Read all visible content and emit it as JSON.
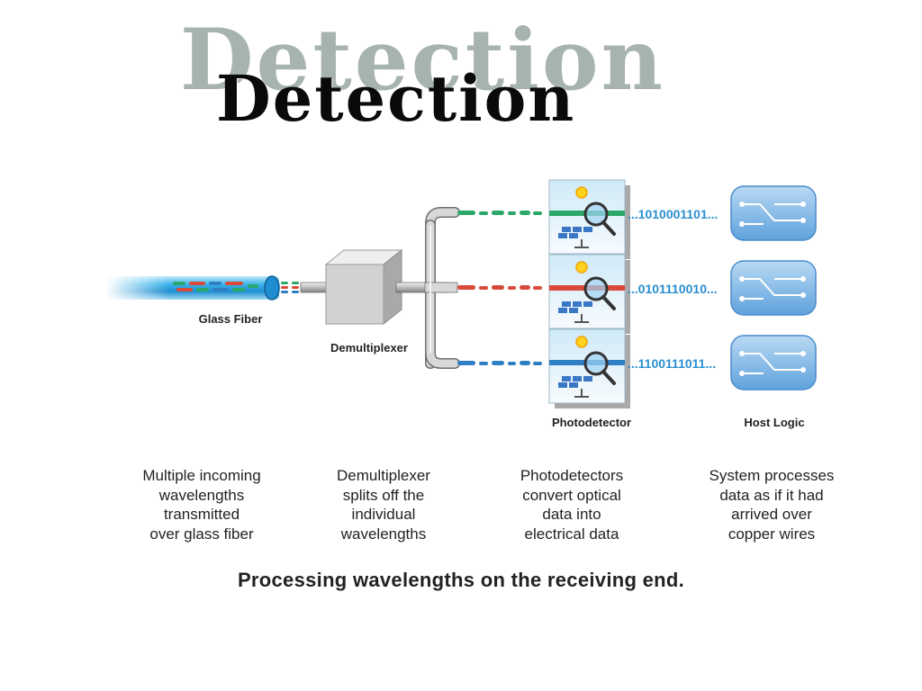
{
  "title": "Detection",
  "title_shadow": "Detection",
  "diagram": {
    "labels": {
      "glass_fiber": "Glass Fiber",
      "demultiplexer": "Demultiplexer",
      "photodetector": "Photodetector",
      "host_logic": "Host Logic"
    },
    "bitstreams": [
      "...1010001101...",
      "...0101110010...",
      "...1100111011..."
    ],
    "wavelength_colors": [
      "#2ba86a",
      "#d94a3a",
      "#2f7fc4"
    ]
  },
  "descriptions": [
    "Multiple incoming\nwavelengths\ntransmitted\nover glass fiber",
    "Demultiplexer\nsplits off the\nindividual\nwavelengths",
    "Photodetectors\nconvert optical\ndata into\nelectrical data",
    "System processes\ndata as if it had\narrived over\ncopper wires"
  ],
  "caption": "Processing wavelengths on the receiving end."
}
